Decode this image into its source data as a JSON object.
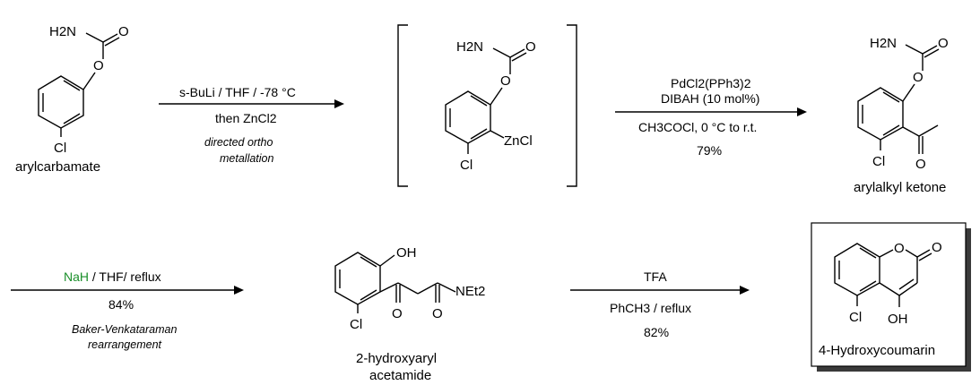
{
  "compounds": {
    "arylcarbamate": "arylcarbamate",
    "arylalkyl_ketone": "arylalkyl ketone",
    "hydroxyaryl_acetamide_line1": "2-hydroxyaryl",
    "hydroxyaryl_acetamide_line2": "acetamide",
    "hydroxycoumarin": "4-Hydroxycoumarin"
  },
  "atoms": {
    "amine": "H2N",
    "oxygen": "O",
    "chlorine": "Cl",
    "zinc_chloride": "ZnCl",
    "hydroxyl_oh": "OH",
    "hydroxyl_ho": "OH",
    "diethylamide": "NEt2"
  },
  "step1": {
    "reagents": "s-BuLi / THF / -78 °C",
    "reagents_italic_prefix": "s",
    "then": "then ZnCl2",
    "note_line1": "directed ortho",
    "note_line2": "metallation"
  },
  "step2": {
    "catalyst": "PdCl2(PPh3)2",
    "additive": "DIBAH (10 mol%)",
    "conditions": "CH3COCl, 0 °C to r.t.",
    "yield": "79%"
  },
  "step3": {
    "reagent_highlight": "NaH",
    "reagents_rest": " / THF/ reflux",
    "yield": "84%",
    "note_line1": "Baker-Venkataraman",
    "note_line2": "rearrangement"
  },
  "step4": {
    "reagent": "TFA",
    "conditions": "PhCH3 / reflux",
    "yield": "82%"
  },
  "colors": {
    "carbon_ring": "#1f1fbf",
    "heteroatom_red": "#d91e1e",
    "nah_green": "#1a8f2a"
  }
}
